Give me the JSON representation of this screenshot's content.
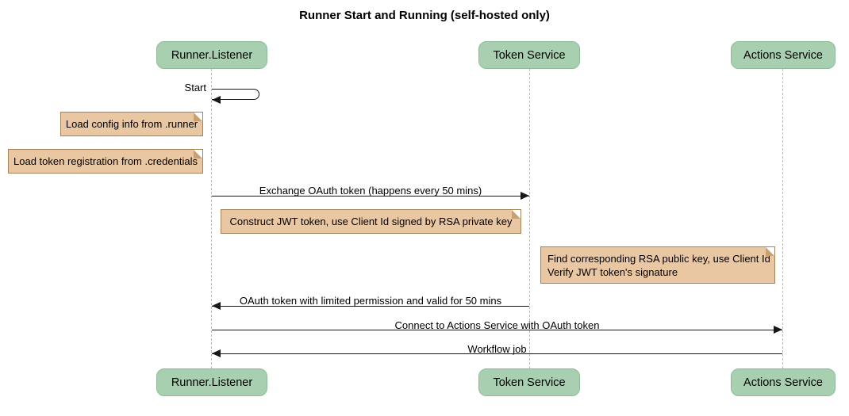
{
  "title": "Runner Start and Running (self-hosted only)",
  "participants": [
    {
      "label": "Runner.Listener"
    },
    {
      "label": "Token Service"
    },
    {
      "label": "Actions Service"
    }
  ],
  "messages": {
    "start": "Start",
    "exchange": "Exchange OAuth token (happens every 50 mins)",
    "oauth_return": "OAuth token with limited permission and valid for 50 mins",
    "connect": "Connect to Actions Service with OAuth token",
    "workflow": "Workflow job"
  },
  "notes": {
    "load_config": "Load config info from .runner",
    "load_token": "Load token registration from .credentials",
    "construct_jwt": "Construct JWT token, use Client Id signed by RSA private key",
    "find_rsa_line1": "Find corresponding RSA public key, use Client Id",
    "find_rsa_line2": "Verify JWT token's signature"
  },
  "colors": {
    "participant_fill": "#A8D0B0",
    "participant_border": "#8CBC96",
    "note_fill": "#E9C7A2",
    "note_border": "#A58358",
    "note_fold": "#C9A06E",
    "lifeline": "#BBBBBB",
    "arrow": "#181818"
  }
}
